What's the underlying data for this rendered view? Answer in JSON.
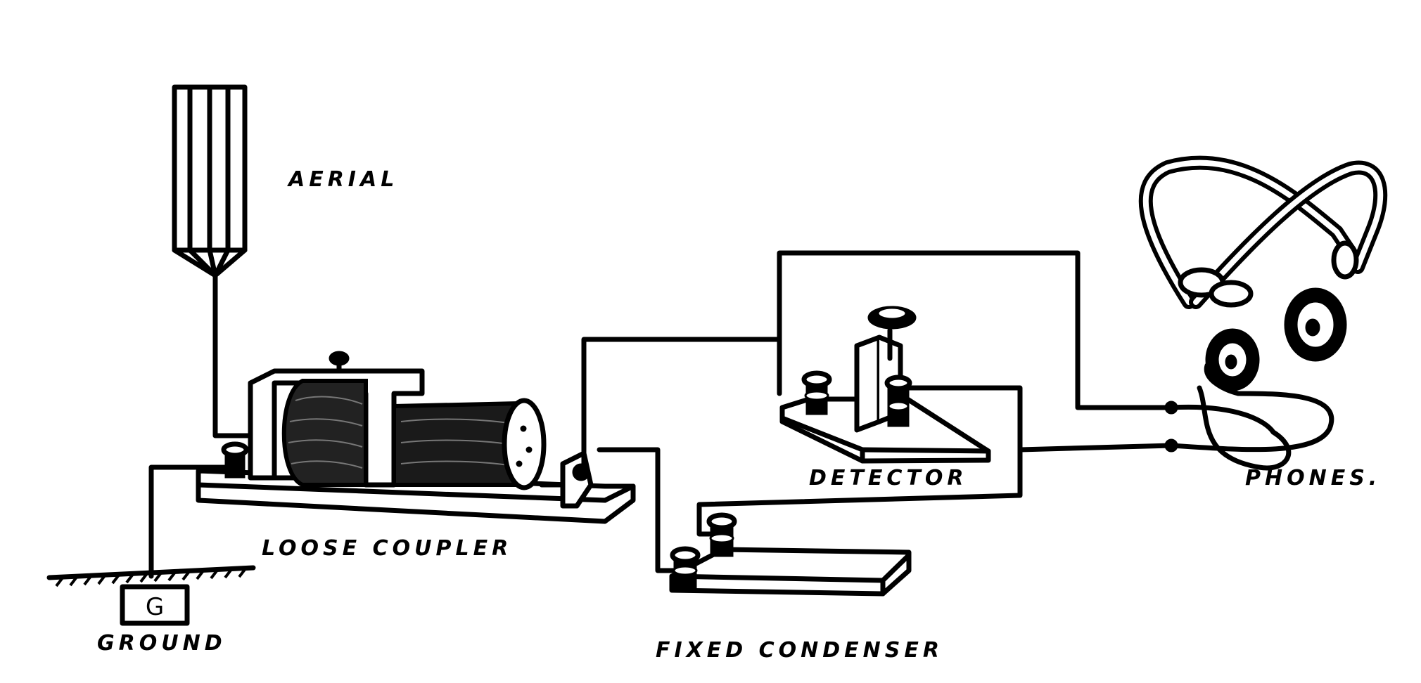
{
  "labels": {
    "aerial": "AERIAL",
    "loose_coupler": "LOOSE COUPLER",
    "ground": "GROUND",
    "ground_box": "G",
    "detector": "DETECTOR",
    "fixed_condenser": "FIXED CONDENSER",
    "phones": "PHONES."
  },
  "colors": {
    "ink": "#000000",
    "paper": "#ffffff"
  }
}
